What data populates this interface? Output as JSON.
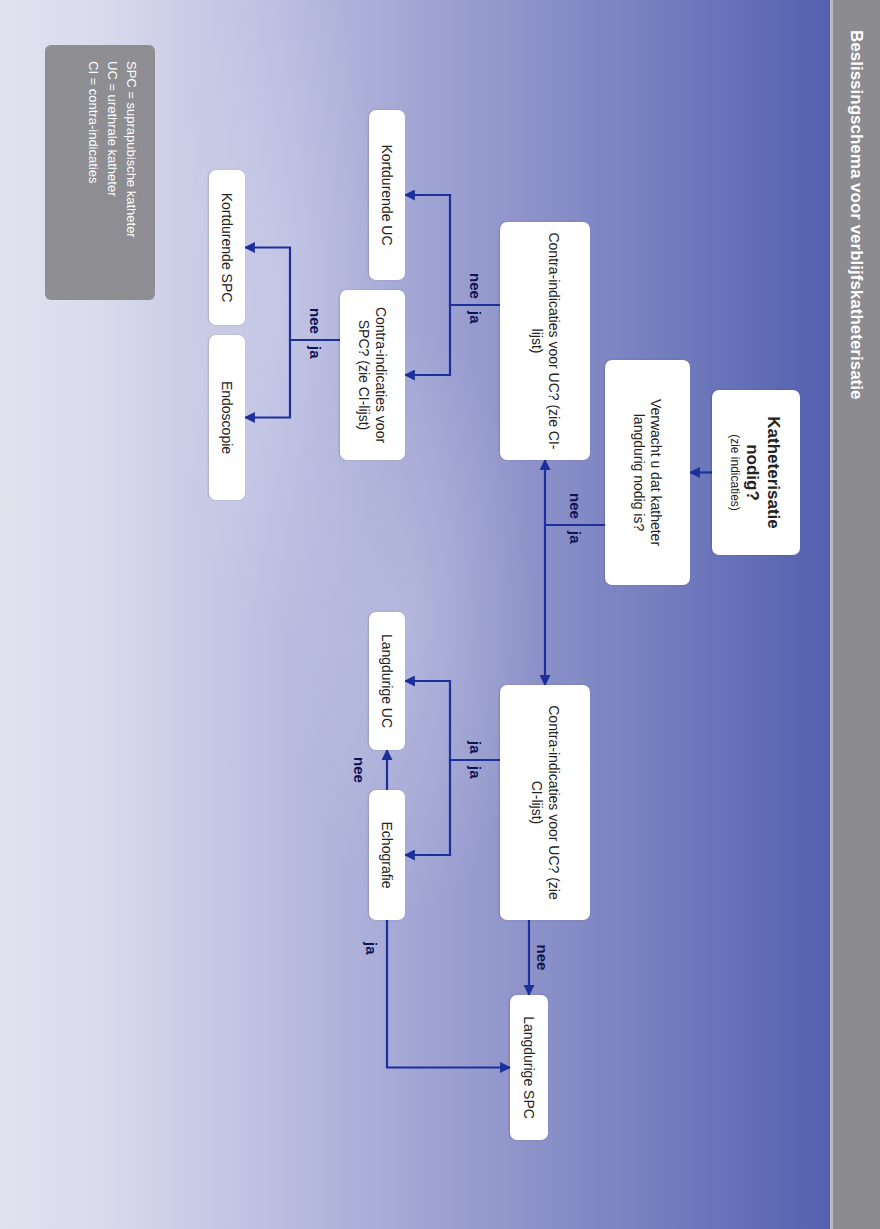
{
  "diagram": {
    "title": "Beslissingschema voor verblijfskatheterisatie",
    "nodes": [
      {
        "text": [
          "Katheterisatie nodig?",
          "(zie indicaties)"
        ]
      },
      {
        "text": [
          "Verwacht u dat katheter langdurig nodig is?"
        ]
      },
      {
        "text": [
          "Contra-indicaties voor UC? (zie CI-lijst)"
        ]
      },
      {
        "text": [
          "Kortdurende UC"
        ]
      },
      {
        "text": [
          "Contra-indicaties voor SPC? (zie CI-lijst)"
        ]
      },
      {
        "text": [
          "Kortdurende SPC"
        ]
      },
      {
        "text": [
          "Endoscopie"
        ]
      },
      {
        "text": [
          "Contra-indicaties voor UC? (zie CI-lijst)"
        ]
      },
      {
        "text": [
          "Langdurige UC"
        ]
      },
      {
        "text": [
          "Echografie"
        ]
      },
      {
        "text": [
          "Langdurige SPC"
        ]
      }
    ],
    "edges": [
      {
        "from": 0,
        "to": 1,
        "arrow": "to"
      },
      {
        "from": 1,
        "to": 2,
        "label": "nee",
        "arrow": "to"
      },
      {
        "from": 1,
        "to": 7,
        "label": "ja",
        "arrow": "to"
      },
      {
        "from": 2,
        "to": 3,
        "label": "nee",
        "arrow": "to"
      },
      {
        "from": 2,
        "to": 4,
        "label": "ja",
        "arrow": "to"
      },
      {
        "from": 4,
        "to": 5,
        "label": "nee",
        "arrow": "to"
      },
      {
        "from": 4,
        "to": 6,
        "label": "ja",
        "arrow": "to"
      },
      {
        "from": 7,
        "to": 8,
        "label": "ja",
        "arrow": "to"
      },
      {
        "from": 7,
        "to": 9,
        "label": "ja",
        "arrow": "to"
      },
      {
        "from": 7,
        "to": 10,
        "label": "nee",
        "arrow": "to"
      },
      {
        "from": 9,
        "to": 8,
        "label": "nee",
        "arrow": "to"
      },
      {
        "from": 9,
        "to": 10,
        "label": "ja",
        "arrow": "to"
      }
    ],
    "labels": [
      "SPC = suprapubische katheter",
      "UC = urethrale katheter",
      "CI = contra-indicaties"
    ]
  }
}
